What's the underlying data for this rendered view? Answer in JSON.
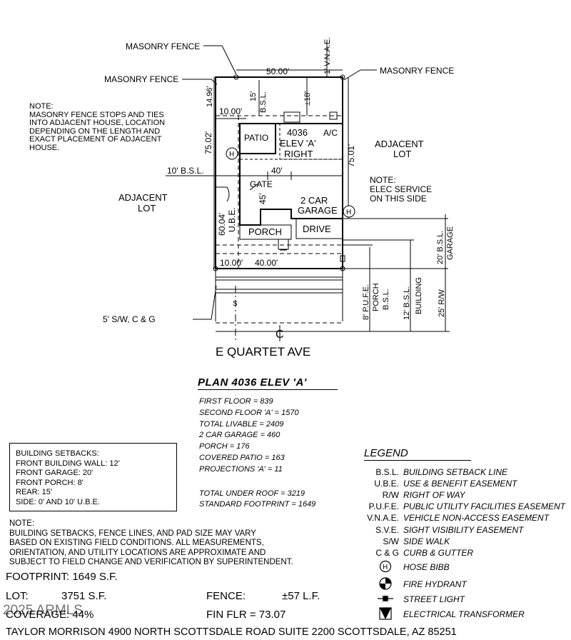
{
  "site": {
    "labels": {
      "masonry_fence_top": "MASONRY FENCE",
      "masonry_fence_left": "MASONRY FENCE",
      "masonry_fence_right": "MASONRY FENCE",
      "vnae": "1' V.N.A.E.",
      "width_top": "50.00'",
      "setback_side_top": "14.96'",
      "bsl_rear": "15'",
      "bsl_rear_label": "B.S.L.",
      "pm18": "±18'",
      "side_10": "10.00'",
      "ac": "A/C",
      "patio": "PATIO",
      "plan_no": "4036",
      "elev": "ELEV 'A'",
      "right": "RIGHT",
      "left_depth": "75.02'",
      "right_depth": "75.01'",
      "bsl_10": "10' B.S.L.",
      "width_40": "40'",
      "gate": "GATE",
      "house_45": "45'",
      "garage_l1": "2 CAR",
      "garage_l2": "GARAGE",
      "ube_depth": "60.04'",
      "ube": "U.B.E.",
      "porch": "PORCH",
      "drive": "DRIVE",
      "front_10": "10.00'",
      "front_40": "40.00'",
      "sidewalk": "5' S/W, C & G",
      "street": "E  QUARTET  AVE",
      "centerline": "₵",
      "s_mark": "S",
      "pufe": "8' P.U.F.E.",
      "porch_bsl_1": "PORCH",
      "porch_bsl_2": "B.S.L.",
      "bsl12_1": "12' B.S.L.",
      "bsl12_2": "BUILDING",
      "rw25": "25' R/W",
      "bsl20": "20' B.S.L.",
      "garage_v": "GARAGE",
      "adj_lot_left_1": "ADJACENT",
      "adj_lot_left_2": "LOT",
      "adj_lot_right_1": "ADJACENT",
      "adj_lot_right_2": "LOT",
      "hose_h": "H"
    },
    "note_fence": [
      "NOTE:",
      "MASONRY FENCE STOPS AND TIES",
      "INTO ADJACENT HOUSE, LOCATION",
      "DEPENDING ON THE LENGTH AND",
      "EXACT PLACEMENT OF ADJACENT",
      "HOUSE."
    ],
    "note_elec": [
      "NOTE:",
      "ELEC SERVICE",
      "ON THIS SIDE"
    ]
  },
  "plan": {
    "title": "PLAN 4036 ELEV 'A'",
    "lines": [
      "FIRST FLOOR = 839",
      "SECOND FLOOR 'A' = 1570",
      "TOTAL LIVABLE = 2409",
      "2 CAR GARAGE = 460",
      "PORCH = 176",
      "COVERED PATIO = 163",
      "PROJECTIONS 'A' = 11"
    ],
    "totals": [
      "TOTAL UNDER ROOF = 3219",
      "STANDARD FOOTPRINT = 1649"
    ]
  },
  "setbacks": [
    "BUILDING SETBACKS:",
    "FRONT BUILDING WALL: 12'",
    "FRONT GARAGE: 20'",
    "FRONT PORCH: 8'",
    "REAR: 15'",
    "SIDE: 0' AND 10' U.B.E."
  ],
  "legend": {
    "title": "LEGEND",
    "items": [
      {
        "abbr": "B.S.L.",
        "desc": "BUILDING SETBACK LINE"
      },
      {
        "abbr": "U.B.E.",
        "desc": "USE & BENEFIT EASEMENT"
      },
      {
        "abbr": "R/W",
        "desc": "RIGHT OF WAY"
      },
      {
        "abbr": "P.U.F.E.",
        "desc": "PUBLIC UTILITY FACILITIES EASEMENT"
      },
      {
        "abbr": "V.N.A.E.",
        "desc": "VEHICLE NON-ACCESS EASEMENT"
      },
      {
        "abbr": "S.V.E.",
        "desc": "SIGHT VISIBILITY EASEMENT"
      },
      {
        "abbr": "S/W",
        "desc": "SIDE WALK"
      },
      {
        "abbr": "C & G",
        "desc": "CURB & GUTTER"
      },
      {
        "abbr": "",
        "icon": "hose-bibb-icon",
        "desc": "HOSE BIBB"
      },
      {
        "abbr": "",
        "icon": "fire-hydrant-icon",
        "desc": "FIRE HYDRANT"
      },
      {
        "abbr": "",
        "icon": "street-light-icon",
        "desc": "STREET LIGHT"
      },
      {
        "abbr": "",
        "icon": "electrical-transformer-icon",
        "desc": "ELECTRICAL TRANSFORMER"
      }
    ]
  },
  "bottom_note": [
    "NOTE:",
    "BUILDING SETBACKS, FENCE LINES, AND PAD SIZE MAY VARY",
    "BASED ON EXISTING FIELD CONDITIONS.  ALL MEASUREMENTS,",
    "ORIENTATION, AND UTILITY LOCATIONS ARE APPROXIMATE AND",
    "SUBJECT TO FIELD CHANGE AND VERIFICATION BY SUPERINTENDENT."
  ],
  "stats": {
    "footprint": "FOOTPRINT: 1649 S.F.",
    "lot_label": "LOT:",
    "lot_value": "3751 S.F.",
    "fence_label": "FENCE:",
    "fence_value": "±57 L.F.",
    "coverage": "COVERAGE: 44%",
    "fin_flr": "FIN FLR = 73.07",
    "watermark": "2025 ARMLS"
  },
  "footer": "TAYLOR MORRISON 4900 NORTH SCOTTSDALE ROAD SUITE 2200 SCOTTSDALE, AZ  85251"
}
